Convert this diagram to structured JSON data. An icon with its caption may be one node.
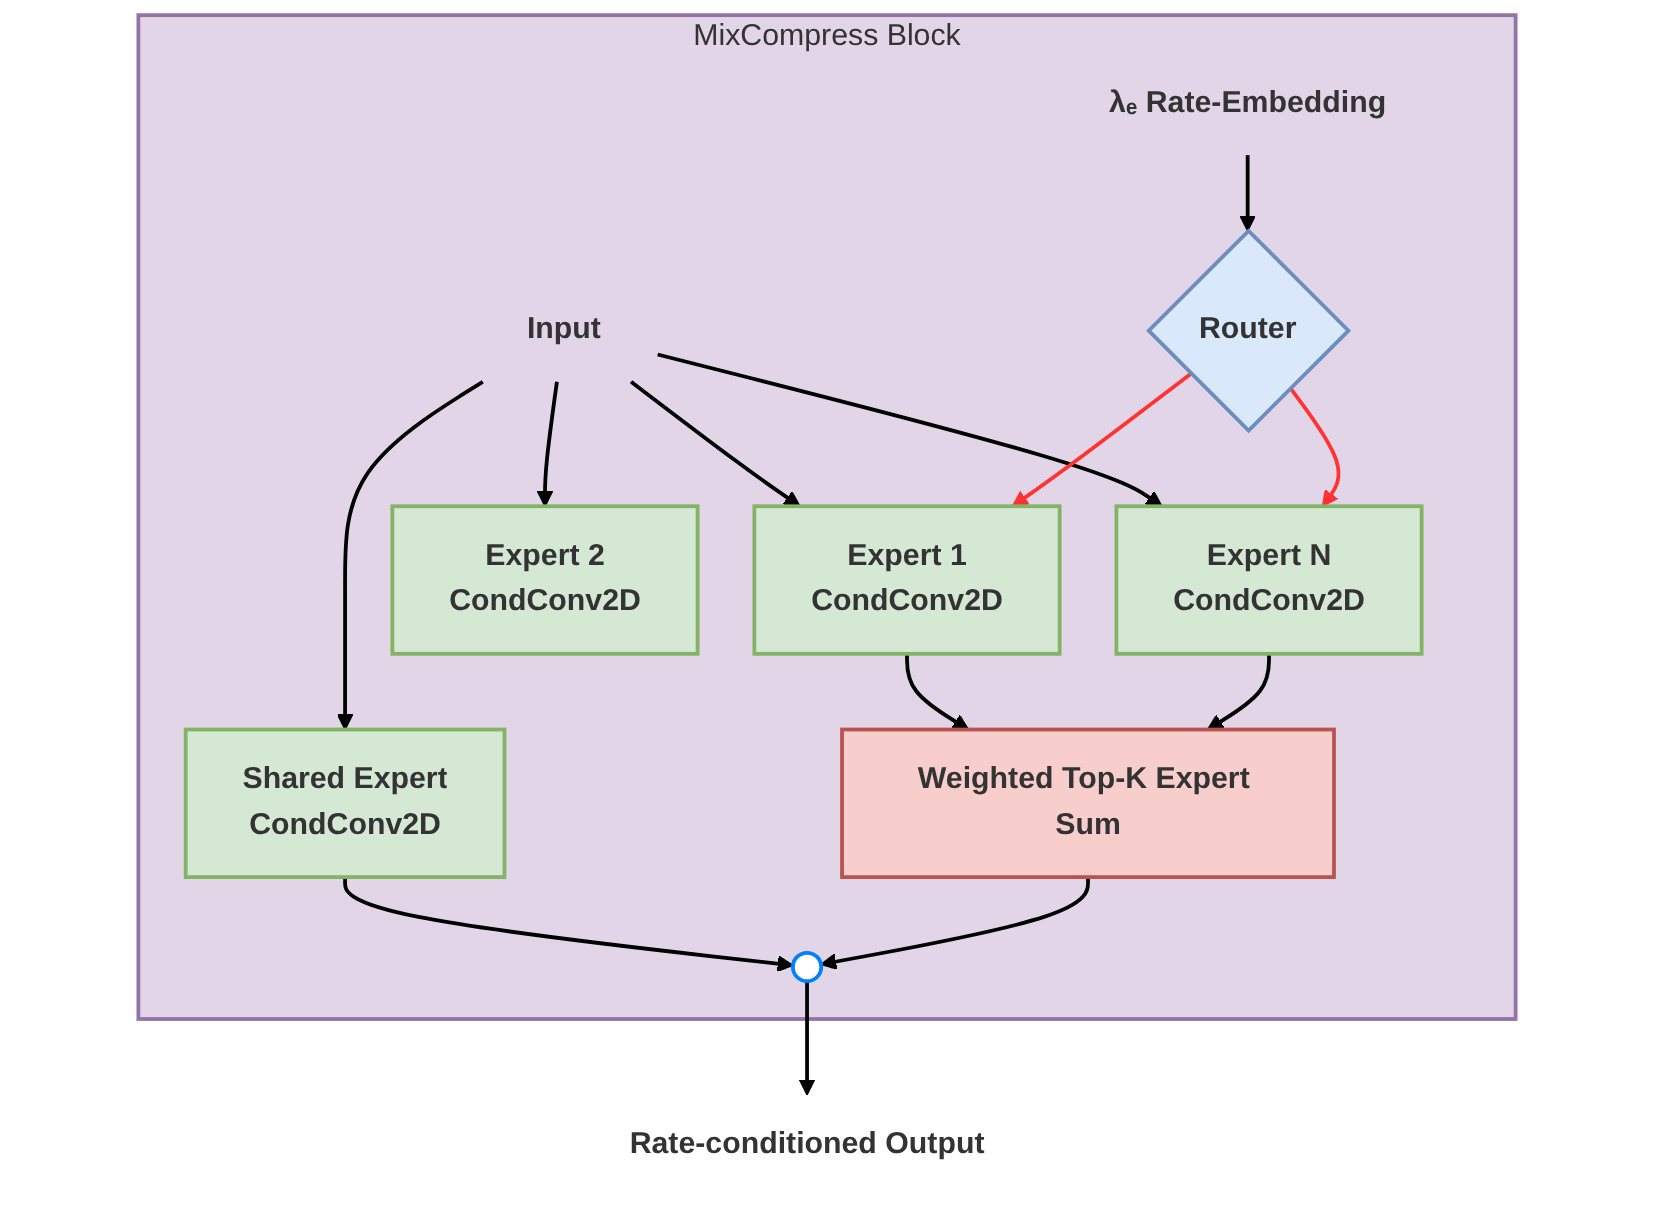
{
  "diagram": {
    "nodes": [
      {
        "text": [
          "MixCompress Block"
        ]
      },
      {
        "text": [
          "Input"
        ],
        "in": 0
      },
      {
        "text": [
          "λₑ Rate-Embedding"
        ],
        "in": 0
      },
      {
        "text": [
          "Router"
        ],
        "in": 0
      },
      {
        "text": [
          "Shared Expert",
          "CondConv2D"
        ],
        "in": 0
      },
      {
        "text": [
          "Expert 1",
          "CondConv2D"
        ],
        "in": 0
      },
      {
        "text": [
          "Expert 2",
          "CondConv2D"
        ],
        "in": 0
      },
      {
        "text": [
          "Expert N",
          "CondConv2D"
        ],
        "in": 0
      },
      {
        "text": [
          "Weighted Top-K Expert Sum"
        ],
        "in": 0
      },
      {
        "text": [],
        "shape": "circle",
        "in": 0
      },
      {
        "text": [
          "Rate-conditioned Output"
        ]
      }
    ],
    "edges": [
      {
        "from": 2,
        "to": 3,
        "arrow": "to"
      },
      {
        "from": 1,
        "to": 4,
        "arrow": "to"
      },
      {
        "from": 1,
        "to": 5,
        "arrow": "to"
      },
      {
        "from": 1,
        "to": 6,
        "arrow": "to"
      },
      {
        "from": 1,
        "to": 7,
        "arrow": "to"
      },
      {
        "from": 3,
        "to": 5,
        "arrow": "to",
        "color": "#ff3333"
      },
      {
        "from": 3,
        "to": 7,
        "arrow": "to",
        "color": "#ff3333"
      },
      {
        "from": 5,
        "to": 8,
        "arrow": "to"
      },
      {
        "from": 7,
        "to": 8,
        "arrow": "to"
      },
      {
        "from": 4,
        "to": 9,
        "arrow": "to"
      },
      {
        "from": 8,
        "to": 9,
        "arrow": "to"
      },
      {
        "from": 9,
        "to": 10,
        "arrow": "to"
      }
    ]
  }
}
